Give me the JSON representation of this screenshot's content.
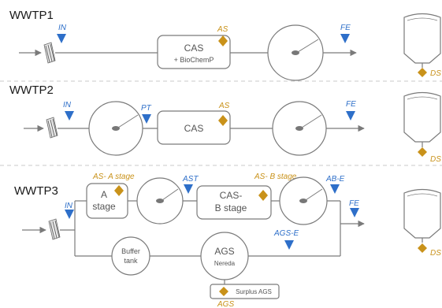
{
  "wwtp1": {
    "title": "WWTP1",
    "in_label": "IN",
    "as_label": "AS",
    "fe_label": "FE",
    "ds_label": "DS",
    "cas_label": "CAS",
    "cas_sub": "+ BioChemP"
  },
  "wwtp2": {
    "title": "WWTP2",
    "in_label": "IN",
    "pt_label": "PT",
    "as_label": "AS",
    "fe_label": "FE",
    "ds_label": "DS",
    "cas_label": "CAS"
  },
  "wwtp3": {
    "title": "WWTP3",
    "in_label": "IN",
    "as_a_label": "AS- A stage",
    "ast_label": "AST",
    "as_b_label": "AS- B stage",
    "abe_label": "AB-E",
    "fe_label": "FE",
    "ds_label": "DS",
    "a_stage_line1": "A",
    "a_stage_line2": "stage",
    "cas_b_line1": "CAS-",
    "cas_b_line2": "B stage",
    "buffer_line1": "Buffer",
    "buffer_line2": "tank",
    "ags_label": "AGS",
    "ags_sub": "Nereda",
    "agse_label": "AGS-E",
    "surplus_label": "Surplus AGS",
    "ags_sample_label": "AGS"
  },
  "colors": {
    "sample_blue": "#2e6fc9",
    "sample_gold": "#c9921a",
    "line_grey": "#7a7a7a"
  }
}
